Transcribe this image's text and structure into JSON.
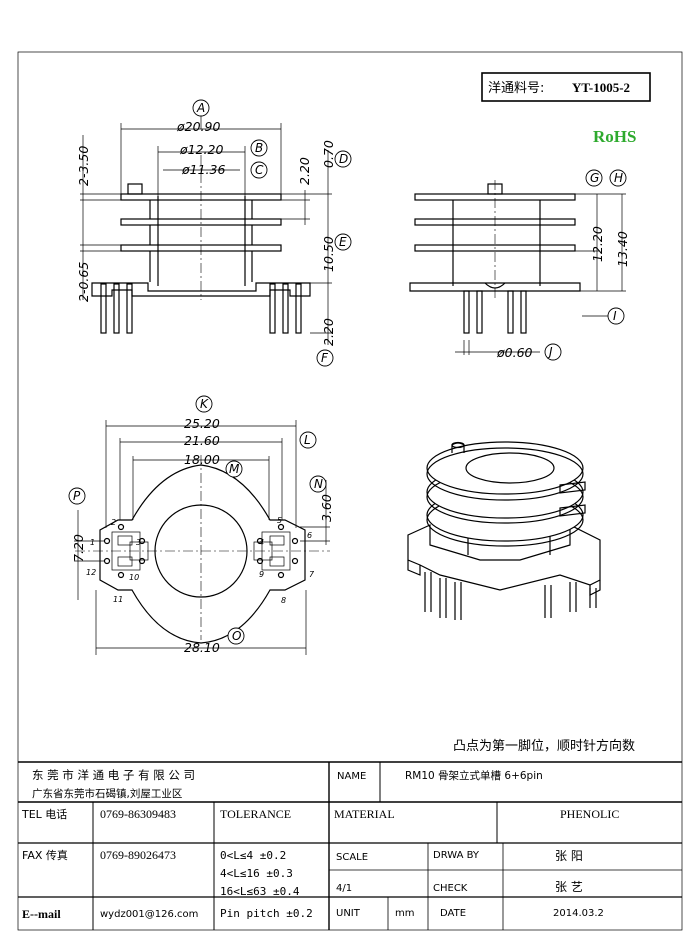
{
  "part_box": {
    "label": "洋通料号:",
    "number": "YT-1005-2"
  },
  "rohs": "RoHS",
  "note": "凸点为第一脚位，顺时针方向数",
  "callouts": [
    "A",
    "B",
    "C",
    "D",
    "E",
    "F",
    "G",
    "H",
    "I",
    "J",
    "K",
    "L",
    "M",
    "N",
    "O",
    "P"
  ],
  "dims": {
    "d2090": "ø20.90",
    "d1220": "ø12.20",
    "d1136": "ø11.36",
    "v350": "2-3.50",
    "v065": "2-0.65",
    "v070": "0.70",
    "v220a": "2.20",
    "v1050": "10.50",
    "v220b": "2.20",
    "v1220": "12.20",
    "v1340": "13.40",
    "d060": "ø0.60",
    "w2520": "25.20",
    "w2160": "21.60",
    "w1800": "18.00",
    "w2810": "28.10",
    "v360": "3.60",
    "v720": "7.20"
  },
  "pins": [
    "1",
    "2",
    "3",
    "4",
    "5",
    "6",
    "7",
    "8",
    "9",
    "10",
    "11",
    "12"
  ],
  "title_block": {
    "company": "东 莞 市 洋 通 电 子 有 限 公 司",
    "address": "广东省东莞市石碣镇,刘屋工业区",
    "name_label": "NAME",
    "name_value": "RM10 骨架立式单槽 6+6pin",
    "tel_label": "TEL 电话",
    "tel_value": "0769-86309483",
    "tolerance_label": "TOLERANCE",
    "material_label": "MATERIAL",
    "material_value": "PHENOLIC",
    "fax_label": "FAX 传真",
    "fax_value": "0769-89026473",
    "tol_lines": [
      "0<L≤4   ±0.2",
      "4<L≤16  ±0.3",
      "16<L≤63 ±0.4",
      "Pin pitch ±0.2"
    ],
    "scale_label": "SCALE",
    "scale_value": "4/1",
    "drawby_label": "DRWA BY",
    "drawby_value": "张 阳",
    "check_label": "CHECK",
    "check_value": "张 艺",
    "email_label": "E--mail",
    "email_value": "wydz001@126.com",
    "unit_label": "UNIT",
    "unit_value": "mm",
    "date_label": "DATE",
    "date_value": "2014.03.2"
  }
}
